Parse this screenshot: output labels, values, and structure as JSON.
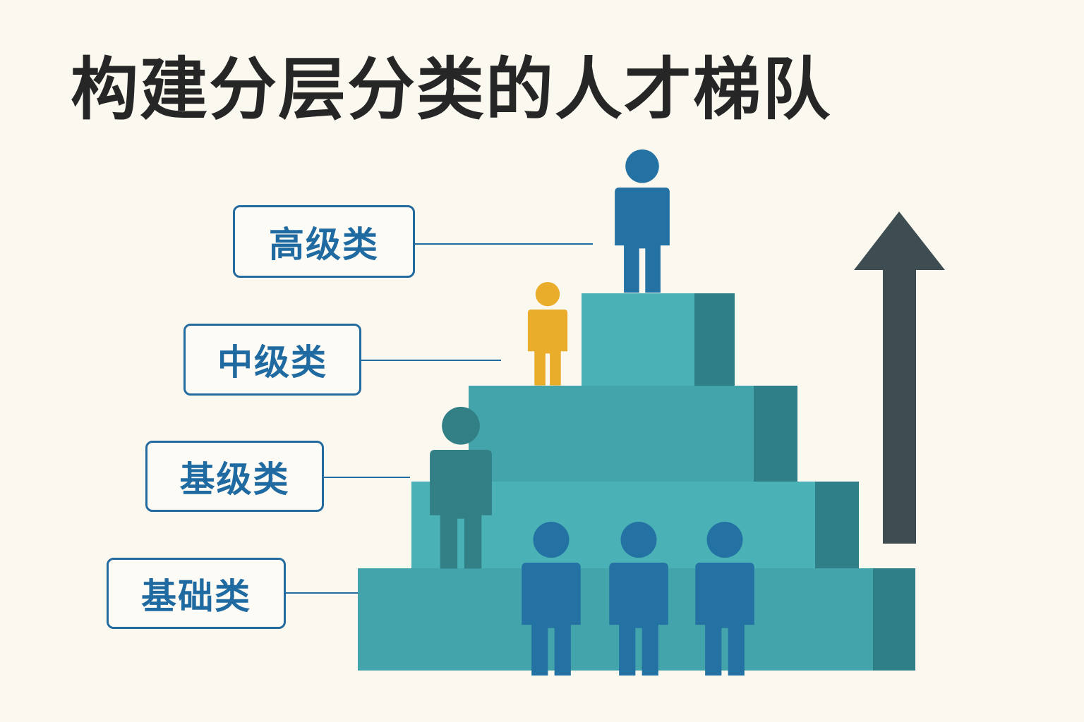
{
  "title": "构建分层分类的人才梯队",
  "tiers": [
    {
      "label": "高级类"
    },
    {
      "label": "中级类"
    },
    {
      "label": "基级类"
    },
    {
      "label": "基础类"
    }
  ],
  "colors": {
    "background": "#fbf8ef",
    "step_front": "#44a4ab",
    "step_side": "#2e7f87",
    "person_blue": "#2472a3",
    "person_yellow": "#e9ad2b",
    "person_teal": "#327f86",
    "arrow": "#3d4d52",
    "label_border": "#236b9e"
  },
  "icons": [
    "person-icon",
    "up-arrow-icon"
  ]
}
